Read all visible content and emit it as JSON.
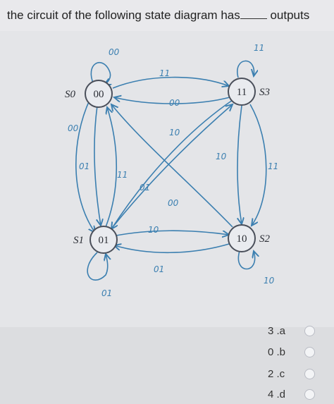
{
  "question": {
    "prefix": "the circuit of the following state diagram has",
    "suffix": "outputs"
  },
  "diagram": {
    "states": [
      {
        "code": "00",
        "name": "S0"
      },
      {
        "code": "11",
        "name": "S3"
      },
      {
        "code": "01",
        "name": "S1"
      },
      {
        "code": "10",
        "name": "S2"
      }
    ],
    "edge_labels": {
      "s0_self": "00",
      "s0_to_s3": "11",
      "s3_to_s0": "00",
      "s3_self": "11",
      "s3_to_s2_inner": "10",
      "s3_to_s2_outer": "11",
      "s3_to_s1": "10",
      "s0_to_s1_left": "00",
      "s0_to_s1_inner": "01",
      "s1_to_s3": "11",
      "s1_to_s0": "01",
      "s2_to_s0": "00",
      "s1_to_s2": "10",
      "s2_to_s1": "01",
      "s1_self": "01",
      "s2_self": "10"
    }
  },
  "options": [
    {
      "label": "3 .a"
    },
    {
      "label": "0 .b"
    },
    {
      "label": "2 .c"
    },
    {
      "label": "4 .d"
    }
  ]
}
